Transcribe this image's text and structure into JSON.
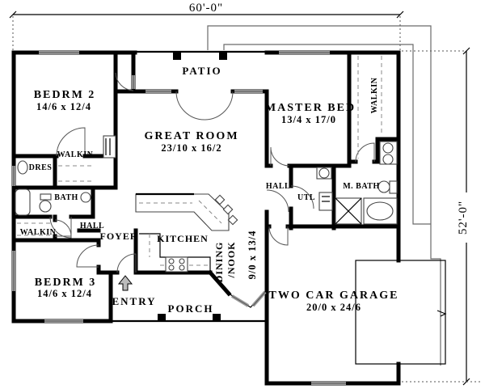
{
  "dimensions": {
    "width": "60'-0\"",
    "height": "52'-0\""
  },
  "rooms": {
    "bedrm2": {
      "name": "BEDRM 2",
      "size": "14/6 x 12/4"
    },
    "bedrm3": {
      "name": "BEDRM 3",
      "size": "14/6 x 12/4"
    },
    "master": {
      "name": "MASTER BED",
      "size": "13/4 x 17/0"
    },
    "great": {
      "name": "GREAT ROOM",
      "size": "23/10 x 16/2"
    },
    "garage": {
      "name": "TWO CAR GARAGE",
      "size": "20/0 x 24/6"
    },
    "dining": {
      "name": "DINING",
      "name2": "/NOOK",
      "size": "9/0 x 13/4"
    },
    "kitchen": {
      "name": "KITCHEN"
    },
    "patio": {
      "name": "PATIO"
    },
    "porch": {
      "name": "PORCH"
    },
    "entry": {
      "name": "ENTRY"
    },
    "foyer": {
      "name": "FOYER"
    },
    "hall_left": {
      "name": "HALL"
    },
    "hall_right": {
      "name": "HALL"
    },
    "bath": {
      "name": "BATH"
    },
    "master_bath": {
      "name": "M. BATH"
    },
    "utility": {
      "name": "UTL"
    },
    "dressing": {
      "name": "DRES"
    },
    "walkin_bedrm2": {
      "name": "WALKIN"
    },
    "walkin_bedrm3": {
      "name": "WALKIN"
    },
    "walkin_master": {
      "name": "WALKIN"
    }
  }
}
